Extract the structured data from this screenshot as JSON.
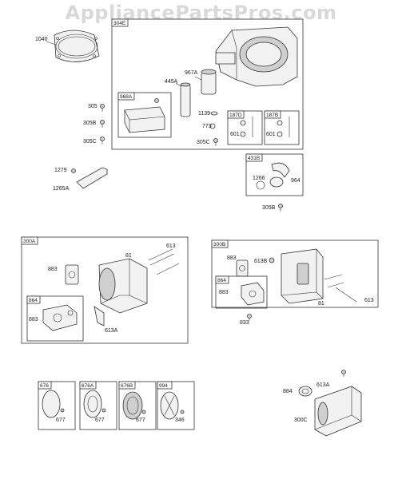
{
  "watermark": "AppliancePartsPros.com",
  "groups": {
    "g304e": "304E",
    "g968a": "968A",
    "g187d": "187D",
    "g187b": "187B",
    "g431b": "431B",
    "g300a": "300A",
    "g864a": "864",
    "g300b": "300B",
    "g864b": "864",
    "g676": "676",
    "g676a": "676A",
    "g676b": "676B",
    "g994": "994"
  },
  "parts": {
    "p1040": "1040",
    "p967a": "967A",
    "p445a": "445A",
    "p305": "305",
    "p305b": "305B",
    "p305c": "305C",
    "p1139": "1139",
    "p773": "773",
    "p305c2": "305C",
    "p601a": "601",
    "p601b": "601",
    "p1279": "1279",
    "p1265a": "1265A",
    "p1266": "1266",
    "p964": "964",
    "p305b2": "305B",
    "p613a_bolt": "613",
    "p81a": "81",
    "p883a": "883",
    "p883b": "883",
    "p613a": "613A",
    "p883c": "883",
    "p613b": "613B",
    "p883d": "883",
    "p81b": "81",
    "p613c": "613",
    "p833": "833",
    "p677a": "677",
    "p677b": "677",
    "p677c": "677",
    "p346": "346",
    "p884": "884",
    "p613a2": "613A",
    "p300c": "300C"
  }
}
